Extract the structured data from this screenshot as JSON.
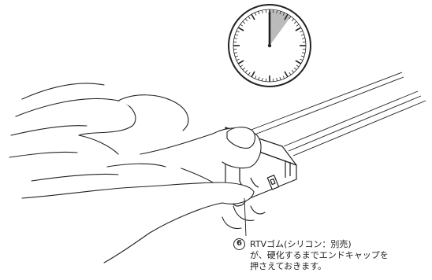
{
  "step": {
    "number": "6",
    "lines": [
      "RTVゴム(シリコン：別売)",
      "が、硬化するまでエンドキャップを",
      "押さえておきます。"
    ]
  },
  "stopwatch": {
    "elapsed_fraction": 0.1
  },
  "colors": {
    "line": "#222222",
    "sector": "#bbbbbb",
    "paper": "#ffffff"
  }
}
